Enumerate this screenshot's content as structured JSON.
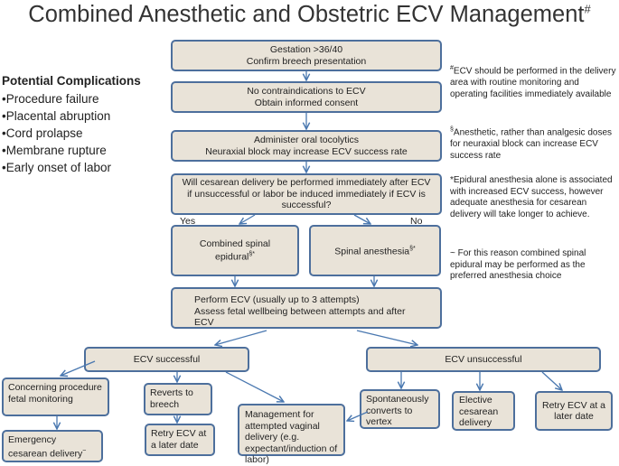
{
  "title": "Combined Anesthetic and Obstetric ECV Management",
  "title_mark": "#",
  "complications": {
    "heading": "Potential Complications",
    "items": [
      "•Procedure failure",
      "•Placental abruption",
      "•Cord prolapse",
      "•Membrane rupture",
      "•Early onset of labor"
    ]
  },
  "nodes": {
    "gestation": {
      "line1": "Gestation >36/40",
      "line2": "Confirm breech presentation"
    },
    "consent": {
      "line1": "No contraindications to ECV",
      "line2": "Obtain informed consent"
    },
    "tocolytics": {
      "line1": "Administer oral tocolytics",
      "line2": "Neuraxial block may increase ECV success rate"
    },
    "question": "Will cesarean delivery be performed immediately after ECV if unsuccessful or labor be induced immediately if ECV is successful?",
    "yes": "Yes",
    "no": "No",
    "cse": {
      "text": "Combined spinal epidural",
      "mark": "§*"
    },
    "spinal": {
      "text": "Spinal anesthesia",
      "mark": "§*"
    },
    "perform": {
      "line1": "Perform ECV (usually up to 3 attempts)",
      "line2": "Assess fetal wellbeing between attempts and after ECV"
    },
    "successful": "ECV successful",
    "unsuccessful": "ECV unsuccessful",
    "concerning": "Concerning procedure fetal monitoring",
    "emergency": {
      "text": "Emergency cesarean delivery",
      "mark": "~"
    },
    "reverts": "Reverts to breech",
    "retry1": "Retry ECV at a later date",
    "management": "Management for attempted vaginal delivery (e.g. expectant/induction of labor)",
    "spontaneous": "Spontaneously converts to vertex",
    "elective": "Elective cesarean delivery",
    "retry2": "Retry ECV at a later date"
  },
  "notes": {
    "hash": {
      "mark": "#",
      "text": "ECV should be performed in the delivery area with routine monitoring and operating facilities immediately available"
    },
    "section": {
      "mark": "§",
      "text": "Anesthetic, rather than analgesic doses for neuraxial block can increase ECV success rate"
    },
    "star": "*Epidural anesthesia alone is associated with increased ECV success, however adequate anesthesia for cesarean delivery will take longer to achieve.",
    "tilde": "~ For this reason combined spinal epidural may be performed as the preferred anesthesia choice"
  },
  "colors": {
    "box_fill": "#e9e3d8",
    "box_border": "#4d6f9c",
    "arrow": "#4a78b0"
  }
}
